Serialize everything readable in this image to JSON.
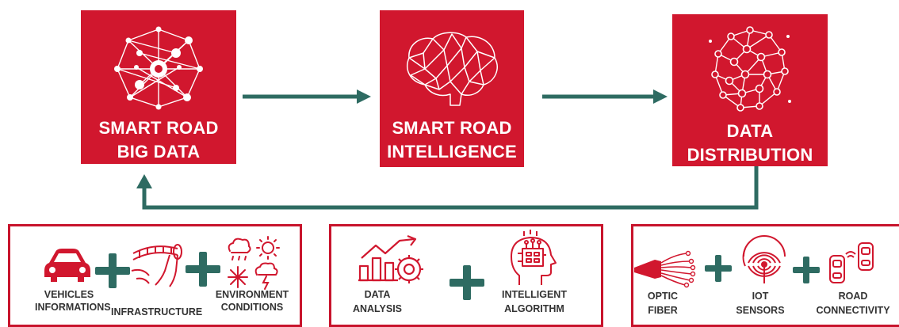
{
  "stages": [
    {
      "line1": "SMART ROAD",
      "line2": "BIG DATA",
      "icon": "network-cluster-icon"
    },
    {
      "line1": "SMART ROAD",
      "line2": "INTELLIGENCE",
      "icon": "brain-network-icon"
    },
    {
      "line1": "DATA",
      "line2": "DISTRIBUTION",
      "icon": "data-sphere-icon"
    }
  ],
  "panels": {
    "sources": {
      "vehicles": {
        "line1": "VEHICLES",
        "line2": "INFORMATIONS",
        "icon": "car-icon"
      },
      "infrastructure": {
        "line1": "INFRASTRUCTURE",
        "icon": "bridge-icon"
      },
      "environment": {
        "line1": "ENVIRONMENT",
        "line2": "CONDITIONS",
        "icon": "weather-icon"
      }
    },
    "processing": {
      "analysis": {
        "line1": "DATA",
        "line2": "ANALYSIS",
        "icon": "chart-gear-icon"
      },
      "algorithm": {
        "line1": "INTELLIGENT",
        "line2": "ALGORITHM",
        "icon": "head-circuit-icon"
      }
    },
    "delivery": {
      "fiber": {
        "line1": "OPTIC",
        "line2": "FIBER",
        "icon": "optic-fiber-icon"
      },
      "iot": {
        "line1": "IOT",
        "line2": "SENSORS",
        "icon": "iot-antenna-icon"
      },
      "road": {
        "line1": "ROAD",
        "line2": "CONNECTIVITY",
        "icon": "connected-cars-icon"
      }
    }
  },
  "colors": {
    "accent": "#d1172e",
    "arrow": "#2e6b62",
    "label": "#333333"
  }
}
